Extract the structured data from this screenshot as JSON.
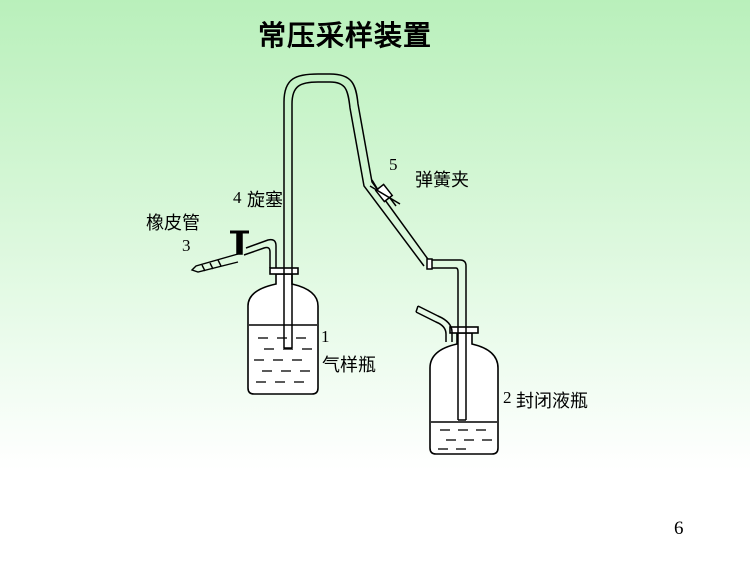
{
  "title": "常压采样装置",
  "page_number": "6",
  "labels": {
    "bottle1_number": "1",
    "bottle1_name": "气样瓶",
    "bottle2_number": "2",
    "bottle2_name": "封闭液瓶",
    "rubber_tube_name": "橡皮管",
    "rubber_tube_number": "3",
    "stopcock_number": "4",
    "stopcock_name": "旋塞",
    "clamp_number": "5",
    "clamp_name": "弹簧夹"
  }
}
